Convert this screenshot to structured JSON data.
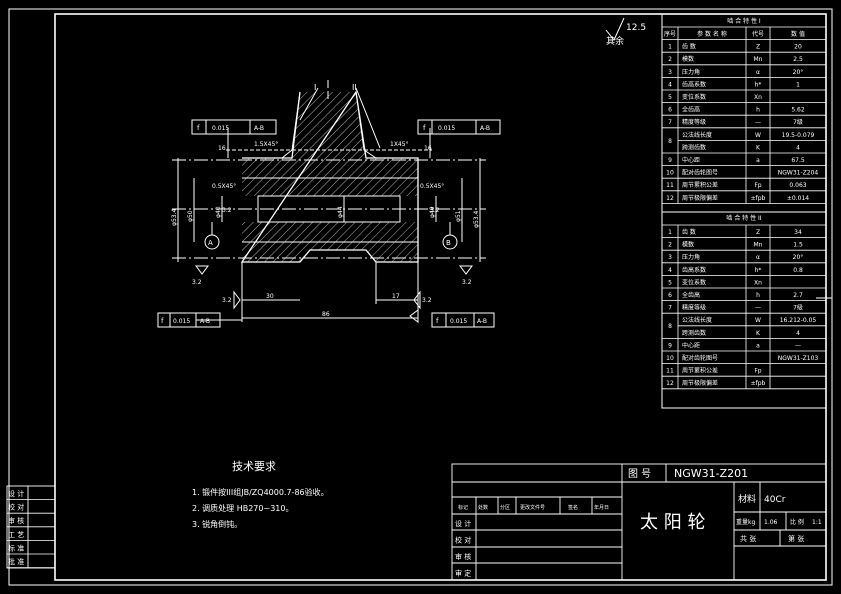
{
  "drawing": {
    "roughness_mark": "12.5",
    "roughness_rest": "其余",
    "section_labels": [
      "I",
      "II"
    ],
    "datum_a": "A",
    "datum_b": "B"
  },
  "tolerance_frames": [
    {
      "sym": "f",
      "val": "0.015",
      "ref": "A-B"
    },
    {
      "sym": "f",
      "val": "0.015",
      "ref": "A-B"
    },
    {
      "sym": "f",
      "val": "0.015",
      "ref": "A-B"
    }
  ],
  "dimensions": {
    "chamfer_top_left": "1.5X45°",
    "chamfer_top_right": "1X45°",
    "chamfer_mid_left": "0.5X45°",
    "chamfer_mid_right": "0.5X45°",
    "rough_16_left": "16",
    "rough_16_right": "16",
    "rough_32_a": "3.2",
    "rough_32_b": "3.2",
    "rough_32_c": "3.2",
    "rough_32_d": "3.2",
    "rough_32_e": "3.2",
    "rough_32_f": "3.2",
    "len_30": "30",
    "len_17": "17",
    "len_86": "86",
    "dia_left_outer": "φ53.4",
    "dia_left_50": "φ50",
    "dia_left_40": "φ40",
    "dia_center": "φ44",
    "dia_right_40": "φ40",
    "dia_right_51": "φ51",
    "dia_right_outer": "φ53.4"
  },
  "param_table_1": {
    "title": "啮 合 特 性 I",
    "headers": [
      "序号",
      "参 数 名 称",
      "代号",
      "数 值"
    ],
    "rows": [
      [
        "1",
        "齿 数",
        "Z",
        "20"
      ],
      [
        "2",
        "模数",
        "Mn",
        "2.5"
      ],
      [
        "3",
        "压力角",
        "α",
        "20°"
      ],
      [
        "4",
        "齿高系数",
        "h*",
        "1"
      ],
      [
        "5",
        "变位系数",
        "Xn",
        ""
      ],
      [
        "6",
        "全齿高",
        "h",
        "5.62"
      ],
      [
        "7",
        "精度等级",
        "—",
        "7级"
      ],
      [
        "8a",
        "公法线长度",
        "W",
        "19.5-0.079"
      ],
      [
        "8b",
        "跨测齿数",
        "K",
        "4"
      ],
      [
        "9",
        "中心距",
        "a",
        "67.5"
      ],
      [
        "10",
        "配对齿轮图号",
        "",
        "NGW31-Z204"
      ],
      [
        "11",
        "周节累积公差",
        "Fp",
        "0.063"
      ],
      [
        "12",
        "周节极限偏差",
        "±fpb",
        "±0.014"
      ]
    ]
  },
  "param_table_2": {
    "title": "啮 合 特 性 II",
    "rows": [
      [
        "1",
        "齿 数",
        "Z",
        "34"
      ],
      [
        "2",
        "模数",
        "Mn",
        "1.5"
      ],
      [
        "3",
        "压力角",
        "α",
        "20°"
      ],
      [
        "4",
        "齿高系数",
        "h*",
        "0.8"
      ],
      [
        "5",
        "变位系数",
        "Xn",
        ""
      ],
      [
        "6",
        "全齿高",
        "h",
        "2.7"
      ],
      [
        "7",
        "精度等级",
        "—",
        "7级"
      ],
      [
        "8a",
        "公法线长度",
        "W",
        "16.212-0.05"
      ],
      [
        "8b",
        "跨测齿数",
        "K",
        "4"
      ],
      [
        "9",
        "中心距",
        "a",
        "—"
      ],
      [
        "10",
        "配对齿轮图号",
        "",
        "NGW31-Z103"
      ],
      [
        "11",
        "周节累积公差",
        "Fp",
        ""
      ],
      [
        "12",
        "周节极限偏差",
        "±fpb",
        ""
      ]
    ]
  },
  "tech_req": {
    "title": "技术要求",
    "items": [
      "1. 锻件按III组JB/ZQ4000.7-86验收。",
      "2. 调质处理 HB270~310。",
      "3. 锐角倒钝。"
    ]
  },
  "title_block": {
    "drawing_no_label": "图 号",
    "drawing_no": "NGW31-Z201",
    "part_name": "太 阳 轮",
    "material_label": "材料",
    "material": "40Cr",
    "weight_label": "重量kg",
    "weight": "1.06",
    "scale_label": "比 例",
    "scale": "1:1",
    "sheets_total": "共 张",
    "sheet_no": "第 张",
    "revision_headers": [
      "标记",
      "处数",
      "分区",
      "更改文件号",
      "签名",
      "年月日"
    ],
    "sign_rows": [
      "设 计",
      "校 对",
      "审 核",
      "审 定"
    ]
  },
  "left_stamp": [
    "设 计",
    "校 对",
    "审 核",
    "工 艺",
    "标 准",
    "批 准"
  ]
}
